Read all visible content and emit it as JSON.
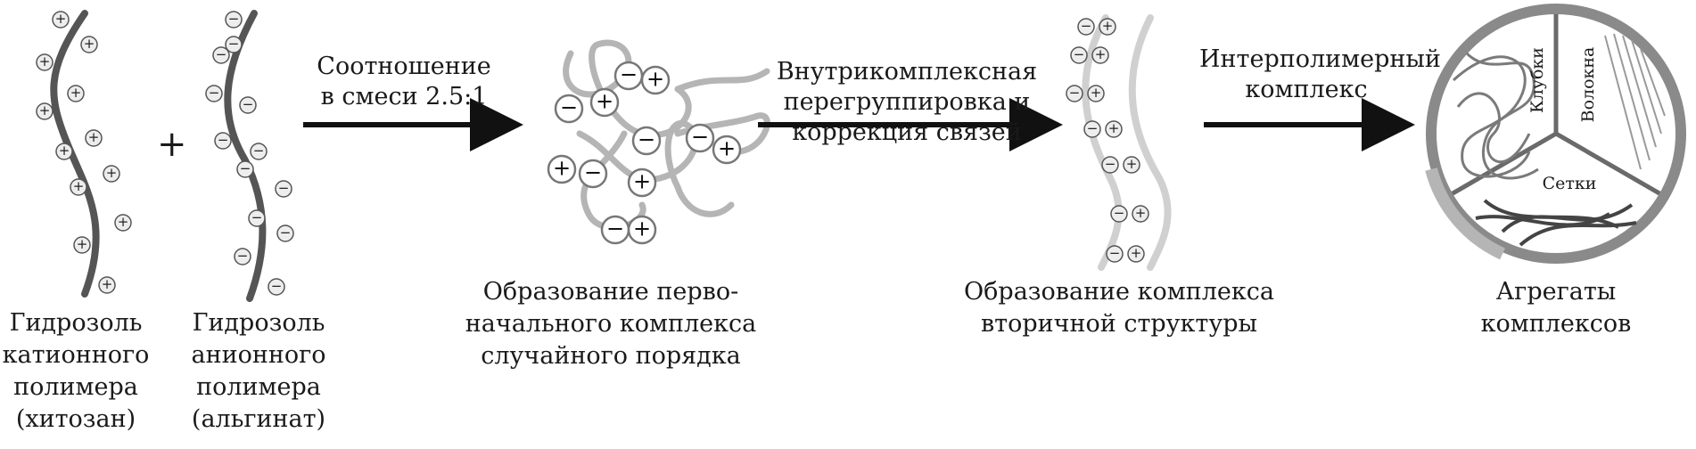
{
  "figure": {
    "combine_sign": "+",
    "captions": {
      "cationic": [
        "Гидрозоль",
        "катионного",
        "полимера",
        "(хитозан)"
      ],
      "anionic": [
        "Гидрозоль",
        "анионного",
        "полимера",
        "(альгинат)"
      ],
      "primary_complex": [
        "Образование перво-",
        "начального комплекса",
        "случайного порядка"
      ],
      "secondary_complex": [
        "Образование комплекса",
        "вторичной структуры"
      ],
      "aggregates": [
        "Агрегаты",
        "комплексов"
      ]
    },
    "arrows": {
      "ratio": [
        "Соотношение",
        "в смеси 2.5:1"
      ],
      "regrouping": [
        "Внутрикомплексная",
        "перегруппировка и",
        "коррекция связей"
      ],
      "interpolymer": [
        "Интерполимерный",
        "комплекс"
      ]
    },
    "aggregate_types": {
      "coils": "Клубки",
      "fibers": "Волокна",
      "networks": "Сетки"
    },
    "charge_symbols": {
      "positive": "+",
      "negative": "−"
    }
  }
}
